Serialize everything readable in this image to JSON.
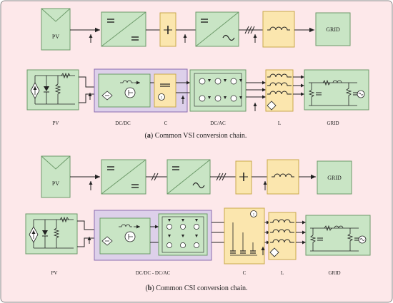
{
  "panel_a": {
    "caption_letter": "a",
    "caption_text": " Common VSI conversion chain.",
    "top": {
      "pv": "PV",
      "grid": "GRID"
    },
    "labels": {
      "pv": "PV",
      "dcdc": "DC/DC",
      "c": "C",
      "dcac": "DC/AC",
      "l": "L",
      "grid": "GRID"
    }
  },
  "panel_b": {
    "caption_letter": "b",
    "caption_text": " Common CSI conversion chain.",
    "top": {
      "pv": "PV",
      "grid": "GRID"
    },
    "labels": {
      "pv": "PV",
      "dcdcac": "DC/DC - DC/AC",
      "c": "C",
      "l": "L",
      "grid": "GRID"
    }
  },
  "colors": {
    "background": "#fde8ea",
    "border": "#8a8a8a",
    "green_fill": "#c9e5c5",
    "green_stroke": "#6d9a6a",
    "yellow_fill": "#fbe6ae",
    "yellow_stroke": "#c9a94c",
    "purple_fill": "#ddd0ea",
    "purple_stroke": "#8a6bb0",
    "line": "#222222"
  }
}
